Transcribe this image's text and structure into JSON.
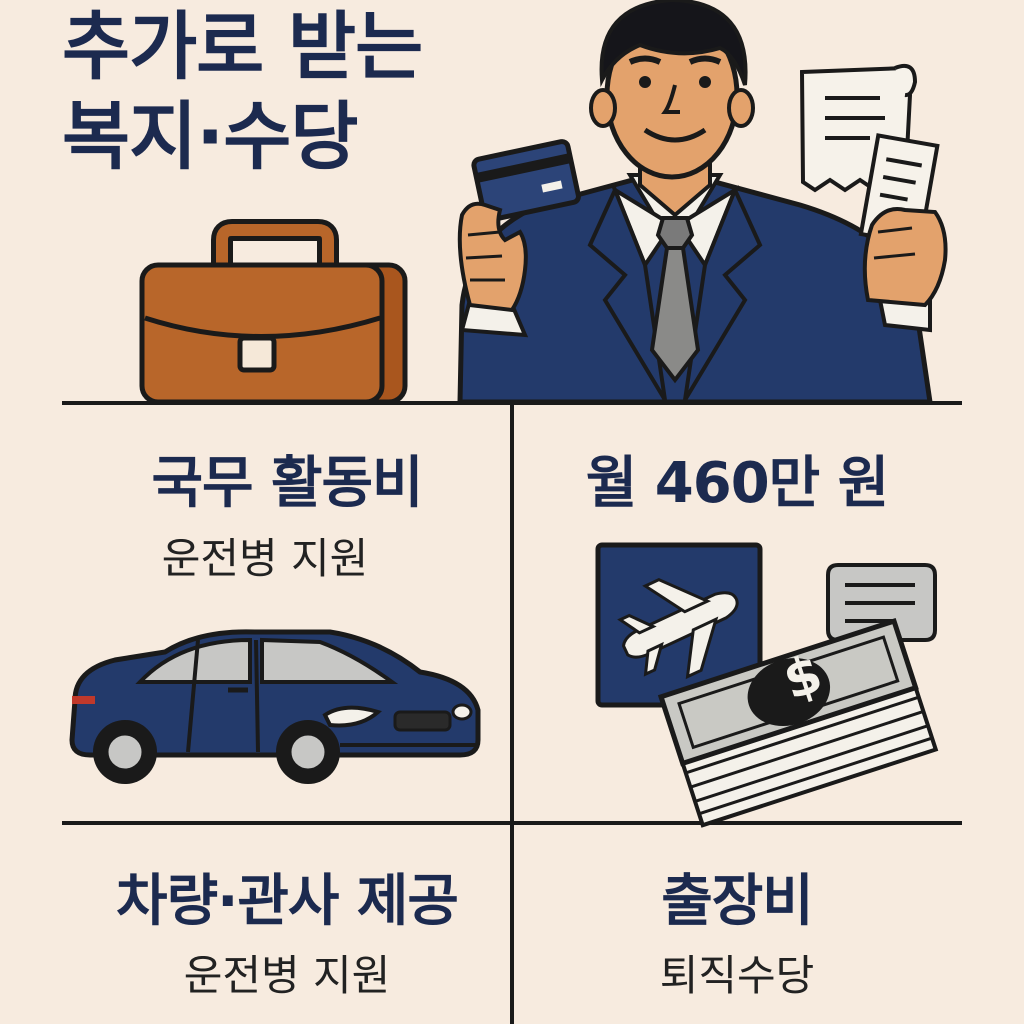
{
  "header": {
    "title_line1": "추가로 받는",
    "title_line2": "복지·수당"
  },
  "cells": {
    "top_left": {
      "title": "국무 활동비",
      "subtitle": "운전병 지원"
    },
    "top_right": {
      "title": "월 460만 원"
    },
    "bottom_left": {
      "title": "차량·관사 제공",
      "subtitle": "운전병 지원"
    },
    "bottom_right": {
      "title": "출장비",
      "subtitle": "퇴직수당"
    }
  },
  "colors": {
    "background": "#f7ebdf",
    "navy": "#1c2a4f",
    "suit": "#233a6b",
    "skin": "#e3a26c",
    "leather": "#b8662a",
    "cash": "#c9c9c4",
    "line": "#1a1a1a"
  },
  "icons": [
    "briefcase-icon",
    "businessman-icon",
    "credit-card-icon",
    "receipt-icon",
    "car-icon",
    "airplane-ticket-icon",
    "chat-bubble-icon",
    "cash-stack-icon",
    "dollar-sign-icon"
  ]
}
